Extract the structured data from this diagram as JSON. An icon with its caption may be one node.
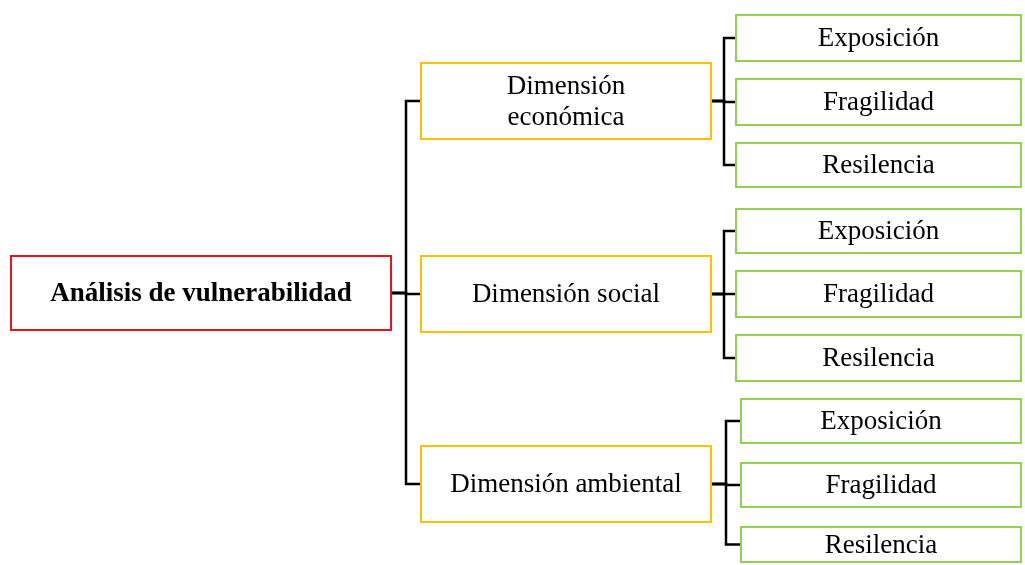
{
  "diagram": {
    "nodes": [
      {
        "text": [
          "Análisis de vulnerabilidad"
        ]
      },
      {
        "text": [
          "Dimensión económica"
        ]
      },
      {
        "text": [
          "Exposición"
        ]
      },
      {
        "text": [
          "Fragilidad"
        ]
      },
      {
        "text": [
          "Resilencia"
        ]
      },
      {
        "text": [
          "Dimensión social"
        ]
      },
      {
        "text": [
          "Exposición"
        ]
      },
      {
        "text": [
          "Fragilidad"
        ]
      },
      {
        "text": [
          "Resilencia"
        ]
      },
      {
        "text": [
          "Dimensión ambiental"
        ]
      },
      {
        "text": [
          "Exposición"
        ]
      },
      {
        "text": [
          "Fragilidad"
        ]
      },
      {
        "text": [
          "Resilencia"
        ]
      }
    ],
    "edges": [
      {
        "from": 0,
        "to": 1,
        "arrow": "none"
      },
      {
        "from": 0,
        "to": 5,
        "arrow": "none"
      },
      {
        "from": 0,
        "to": 9,
        "arrow": "none"
      },
      {
        "from": 1,
        "to": 2,
        "arrow": "none"
      },
      {
        "from": 1,
        "to": 3,
        "arrow": "none"
      },
      {
        "from": 1,
        "to": 4,
        "arrow": "none"
      },
      {
        "from": 5,
        "to": 6,
        "arrow": "none"
      },
      {
        "from": 5,
        "to": 7,
        "arrow": "none"
      },
      {
        "from": 5,
        "to": 8,
        "arrow": "none"
      },
      {
        "from": 9,
        "to": 10,
        "arrow": "none"
      },
      {
        "from": 9,
        "to": 11,
        "arrow": "none"
      },
      {
        "from": 9,
        "to": 12,
        "arrow": "none"
      }
    ]
  }
}
